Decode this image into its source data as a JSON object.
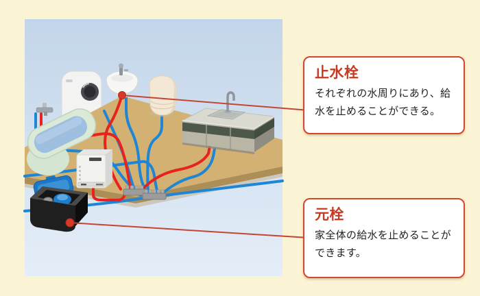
{
  "callouts": [
    {
      "id": "shutoff-valve",
      "title": "止水栓",
      "body": "それぞれの水周りにあり、給水を止めることができる。"
    },
    {
      "id": "main-valve",
      "title": "元栓",
      "body": "家全体の給水を止めることができます。"
    }
  ],
  "colors": {
    "background": "#FAF4D4",
    "panel_top": "#C3D5EA",
    "panel_bottom": "#E4EEF8",
    "floor": "#D3B173",
    "hot_pipe": "#E6231E",
    "cold_pipe": "#1E86D3",
    "valve_dot": "#D63A28",
    "leader_line": "#C44534",
    "callout_border": "#D6462E",
    "callout_title": "#C63A22",
    "callout_body": "#222222",
    "callout_background": "#FFFFFF"
  },
  "illustration": {
    "description": "Isometric cutaway of home water-supply piping with hot (red) and cold (blue) lines",
    "fixtures": [
      "washing-machine",
      "bathtub",
      "wash-basin",
      "toilet",
      "kitchen-sink-counter",
      "water-heater",
      "hot-water-manifold",
      "cold-water-manifold",
      "water-meter-box"
    ],
    "valves": [
      {
        "name": "stop-valve-dot",
        "location": "wash-basin"
      },
      {
        "name": "main-valve-dot",
        "location": "water-meter-box"
      }
    ]
  }
}
